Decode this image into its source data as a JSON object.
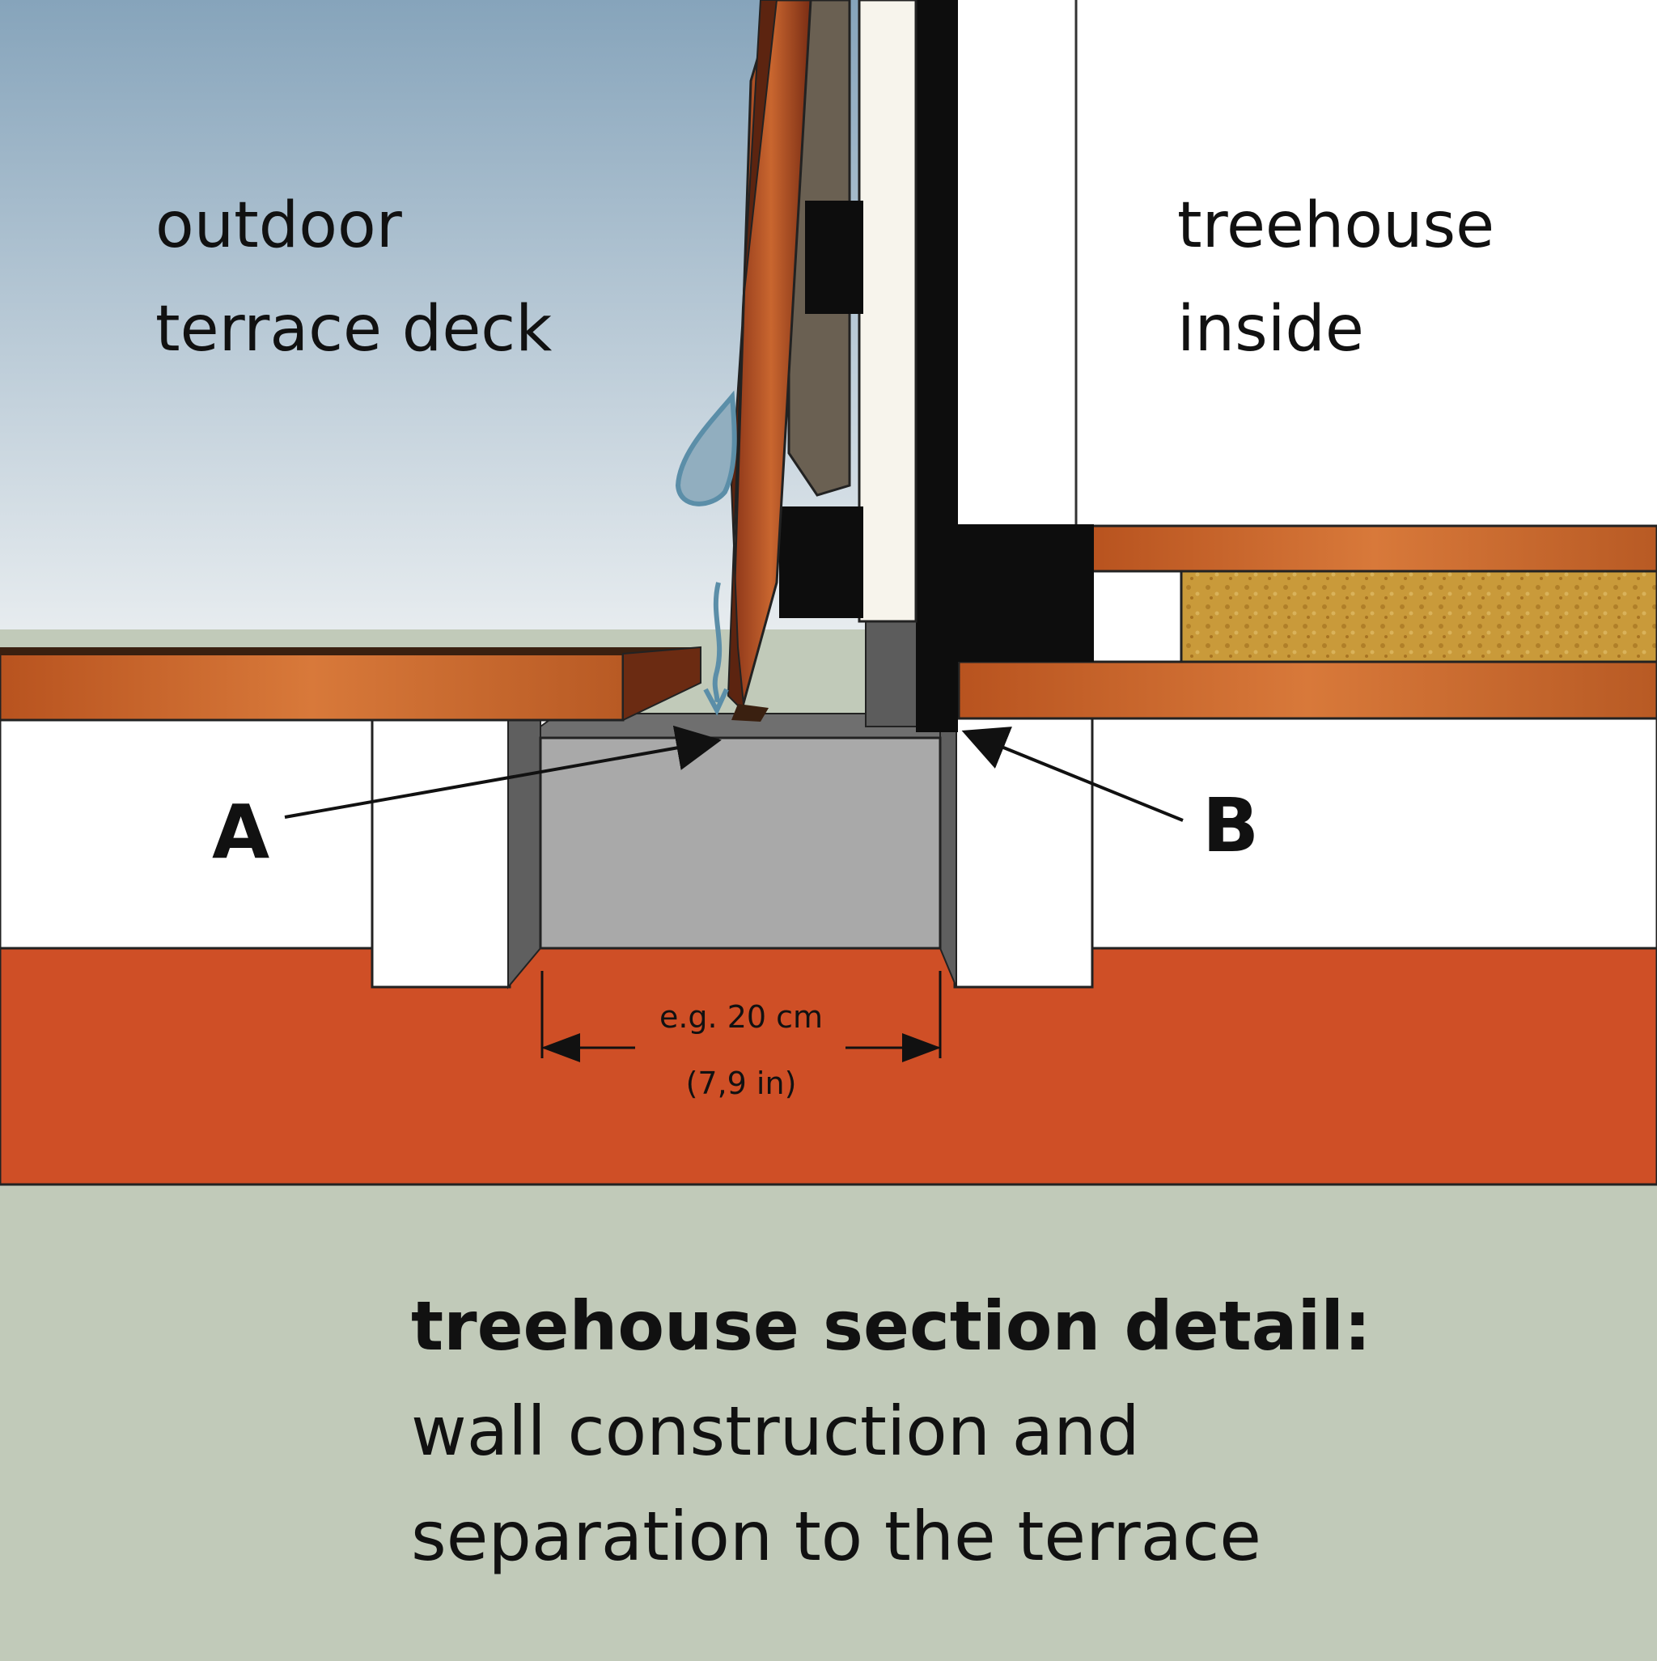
{
  "labels": {
    "outdoor_line1": "outdoor",
    "outdoor_line2": "terrace deck",
    "inside_line1": "treehouse",
    "inside_line2": "inside",
    "marker_a": "A",
    "marker_b": "B",
    "dimension_line1": "e.g. 20 cm",
    "dimension_line2": "(7,9 in)"
  },
  "caption": {
    "title": "treehouse section detail:",
    "line2": "wall construction and",
    "line3": "separation to the terrace"
  },
  "colors": {
    "sky_top": "#8aa7bd",
    "sky_bottom": "#e6ecef",
    "ground": "#c1cab9",
    "red_beam": "#cf4f26",
    "wood": "#c8642a",
    "insulation": "#c99a3a",
    "gap_grey": "#a9a9a9",
    "wall_black": "#0d0d0d",
    "water": "#5b8ea8"
  }
}
